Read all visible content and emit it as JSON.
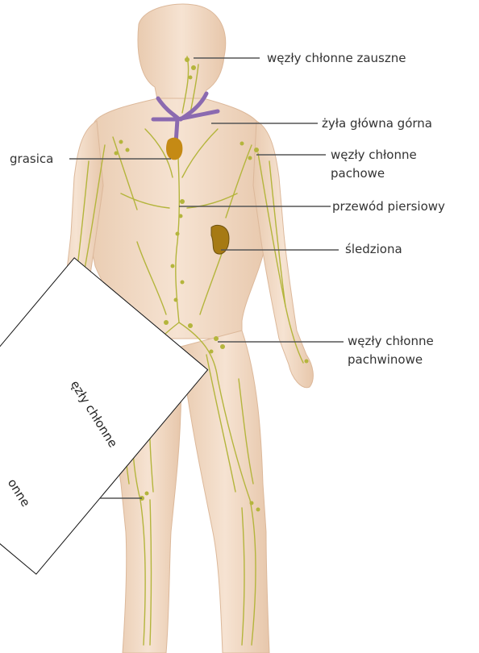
{
  "labels": {
    "behind_ear_nodes": "węzły chłonne zauszne",
    "superior_vena_cava": "żyła główna górna",
    "thymus": "grasica",
    "axillary_nodes_line1": "węzły chłonne",
    "axillary_nodes_line2": "pachowe",
    "thoracic_duct": "przewód piersiowy",
    "spleen": "śledziona",
    "inguinal_nodes_line1": "węzły chłonne",
    "inguinal_nodes_line2": "pachwinowe"
  },
  "overlay_paper": {
    "line1": "ęzły chłonne",
    "line2": "onne"
  },
  "colors": {
    "skin": "#f3dcc6",
    "lymph": "#b4b53c",
    "vessel": "#8b6ab0",
    "organ": "#c58a14"
  }
}
